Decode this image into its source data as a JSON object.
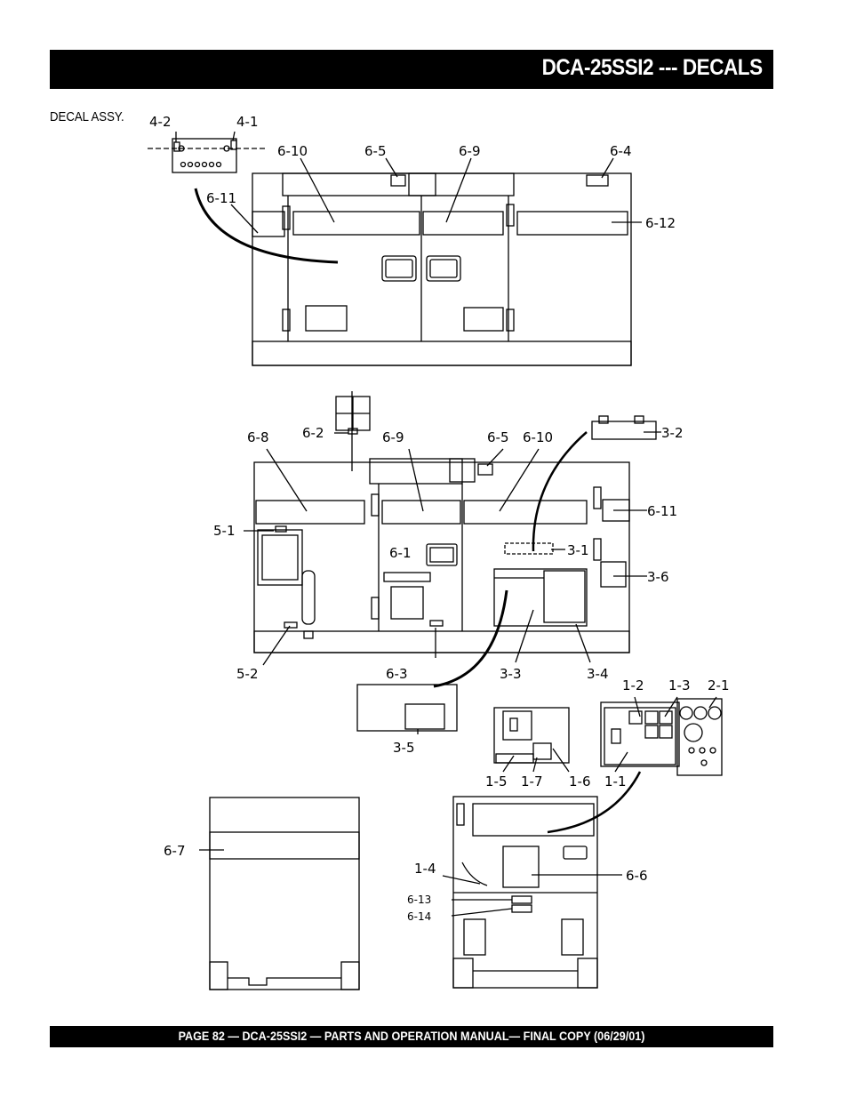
{
  "header": {
    "title": "DCA-25SSI2 --- DECALS"
  },
  "assy_label": "DECAL ASSY.",
  "footer": {
    "text": "PAGE 82 — DCA-25SSI2 — PARTS AND OPERATION  MANUAL— FINAL COPY  (06/29/01)"
  },
  "callouts": {
    "c4_2": "4-2",
    "c4_1": "4-1",
    "t6_10": "6-10",
    "t6_5": "6-5",
    "t6_9": "6-9",
    "t6_4": "6-4",
    "t6_11": "6-11",
    "t6_12": "6-12",
    "m6_8": "6-8",
    "m6_2": "6-2",
    "m6_9": "6-9",
    "m6_5": "6-5",
    "m6_10": "6-10",
    "m3_2": "3-2",
    "m6_11": "6-11",
    "m5_1": "5-1",
    "m6_1": "6-1",
    "m3_1": "3-1",
    "m3_6": "3-6",
    "m5_2": "5-2",
    "m6_3": "6-3",
    "m3_3": "3-3",
    "m3_4": "3-4",
    "m3_5": "3-5",
    "b1_2": "1-2",
    "b1_3": "1-3",
    "b2_1": "2-1",
    "b1_5": "1-5",
    "b1_7": "1-7",
    "b1_6": "1-6",
    "b1_1": "1-1",
    "b6_7": "6-7",
    "b1_4": "1-4",
    "b6_6": "6-6",
    "b6_13": "6-13",
    "b6_14": "6-14"
  }
}
